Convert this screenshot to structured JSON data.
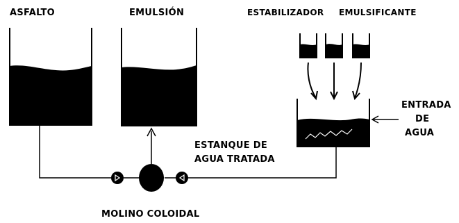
{
  "labels": {
    "asphalt": "ASFALTO",
    "emulsion": "EMULSIÓN",
    "stabilizer": "ESTABILIZADOR",
    "emulsifier": "EMULSIFICANTE",
    "water_inlet": [
      "ENTRADA",
      "DE",
      "AGUA"
    ],
    "treated_water_tank": [
      "ESTANQUE DE",
      "AGUA TRATADA"
    ],
    "colloid_mill": "MOLINO COLOIDAL"
  },
  "colors": {
    "ink": "#000000",
    "paper": "#ffffff",
    "water_streak": "#ffffff"
  }
}
